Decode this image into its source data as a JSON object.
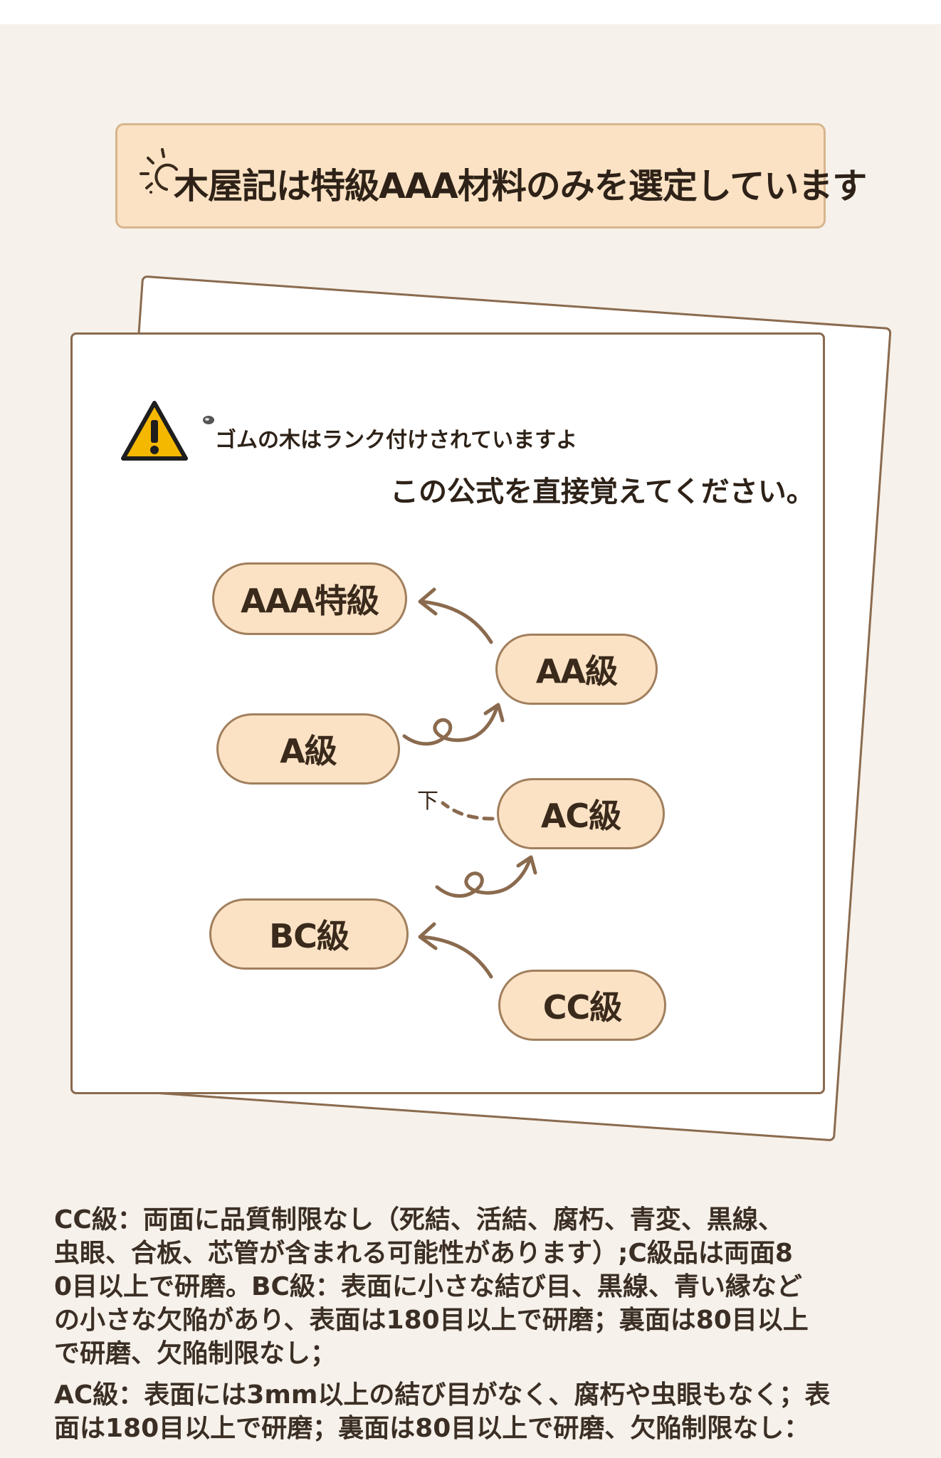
{
  "banner": {
    "title": "木屋記は特級AAA材料のみを選定しています"
  },
  "notice": {
    "warning": "ゴムの木はランク付けされていますよ",
    "formula": "この公式を直接覚えてください。"
  },
  "grades": {
    "aaa": "AAA特級",
    "aa": "AA級",
    "a": "A級",
    "ac": "AC級",
    "bc": "BC級",
    "cc": "CC級",
    "down_label": "下"
  },
  "description": {
    "block1": [
      "CC級：両面に品質制限なし（死結、活結、腐朽、青変、黒線、",
      "虫眼、合板、芯管が含まれる可能性があります）;C級品は両面8",
      "0目以上で研磨。BC級：表面に小さな結び目、黒線、青い縁など",
      "の小さな欠陥があり、表面は180目以上で研磨；裏面は80目以上",
      "で研磨、欠陥制限なし；"
    ],
    "block2": [
      "AC級：表面には3mm以上の結び目がなく、腐朽や虫眼もなく；表",
      "面は180目以上で研磨；裏面は80目以上で研磨、欠陥制限なし："
    ]
  },
  "colors": {
    "page_bg": "#f6f1ea",
    "pill_fill": "#fbe2c4",
    "pill_border": "#a17f5d",
    "card_border": "#8a6a4e",
    "arrow": "#8a6a4e",
    "warning_yellow": "#f5b800"
  },
  "icons": {
    "banner": "lightbulb-icon",
    "warning": "warning-triangle-icon"
  }
}
